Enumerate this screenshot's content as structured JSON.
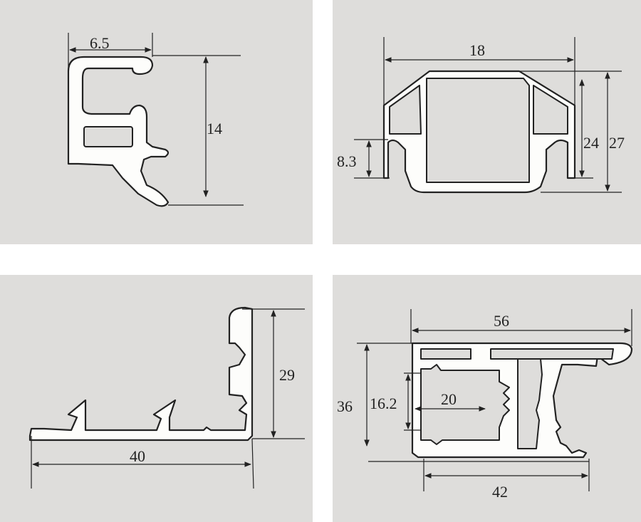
{
  "panels": [
    {
      "id": "profile-1",
      "dimensions": [
        "6.5",
        "14"
      ]
    },
    {
      "id": "profile-2",
      "dimensions": [
        "18",
        "8.3",
        "24",
        "27"
      ]
    },
    {
      "id": "profile-3",
      "dimensions": [
        "29",
        "40"
      ]
    },
    {
      "id": "profile-4",
      "dimensions": [
        "56",
        "36",
        "16.2",
        "20",
        "42"
      ]
    }
  ],
  "colors": {
    "panel_bg": "#dedddb",
    "line": "#222222",
    "profile_fill": "#fdfdfb"
  }
}
